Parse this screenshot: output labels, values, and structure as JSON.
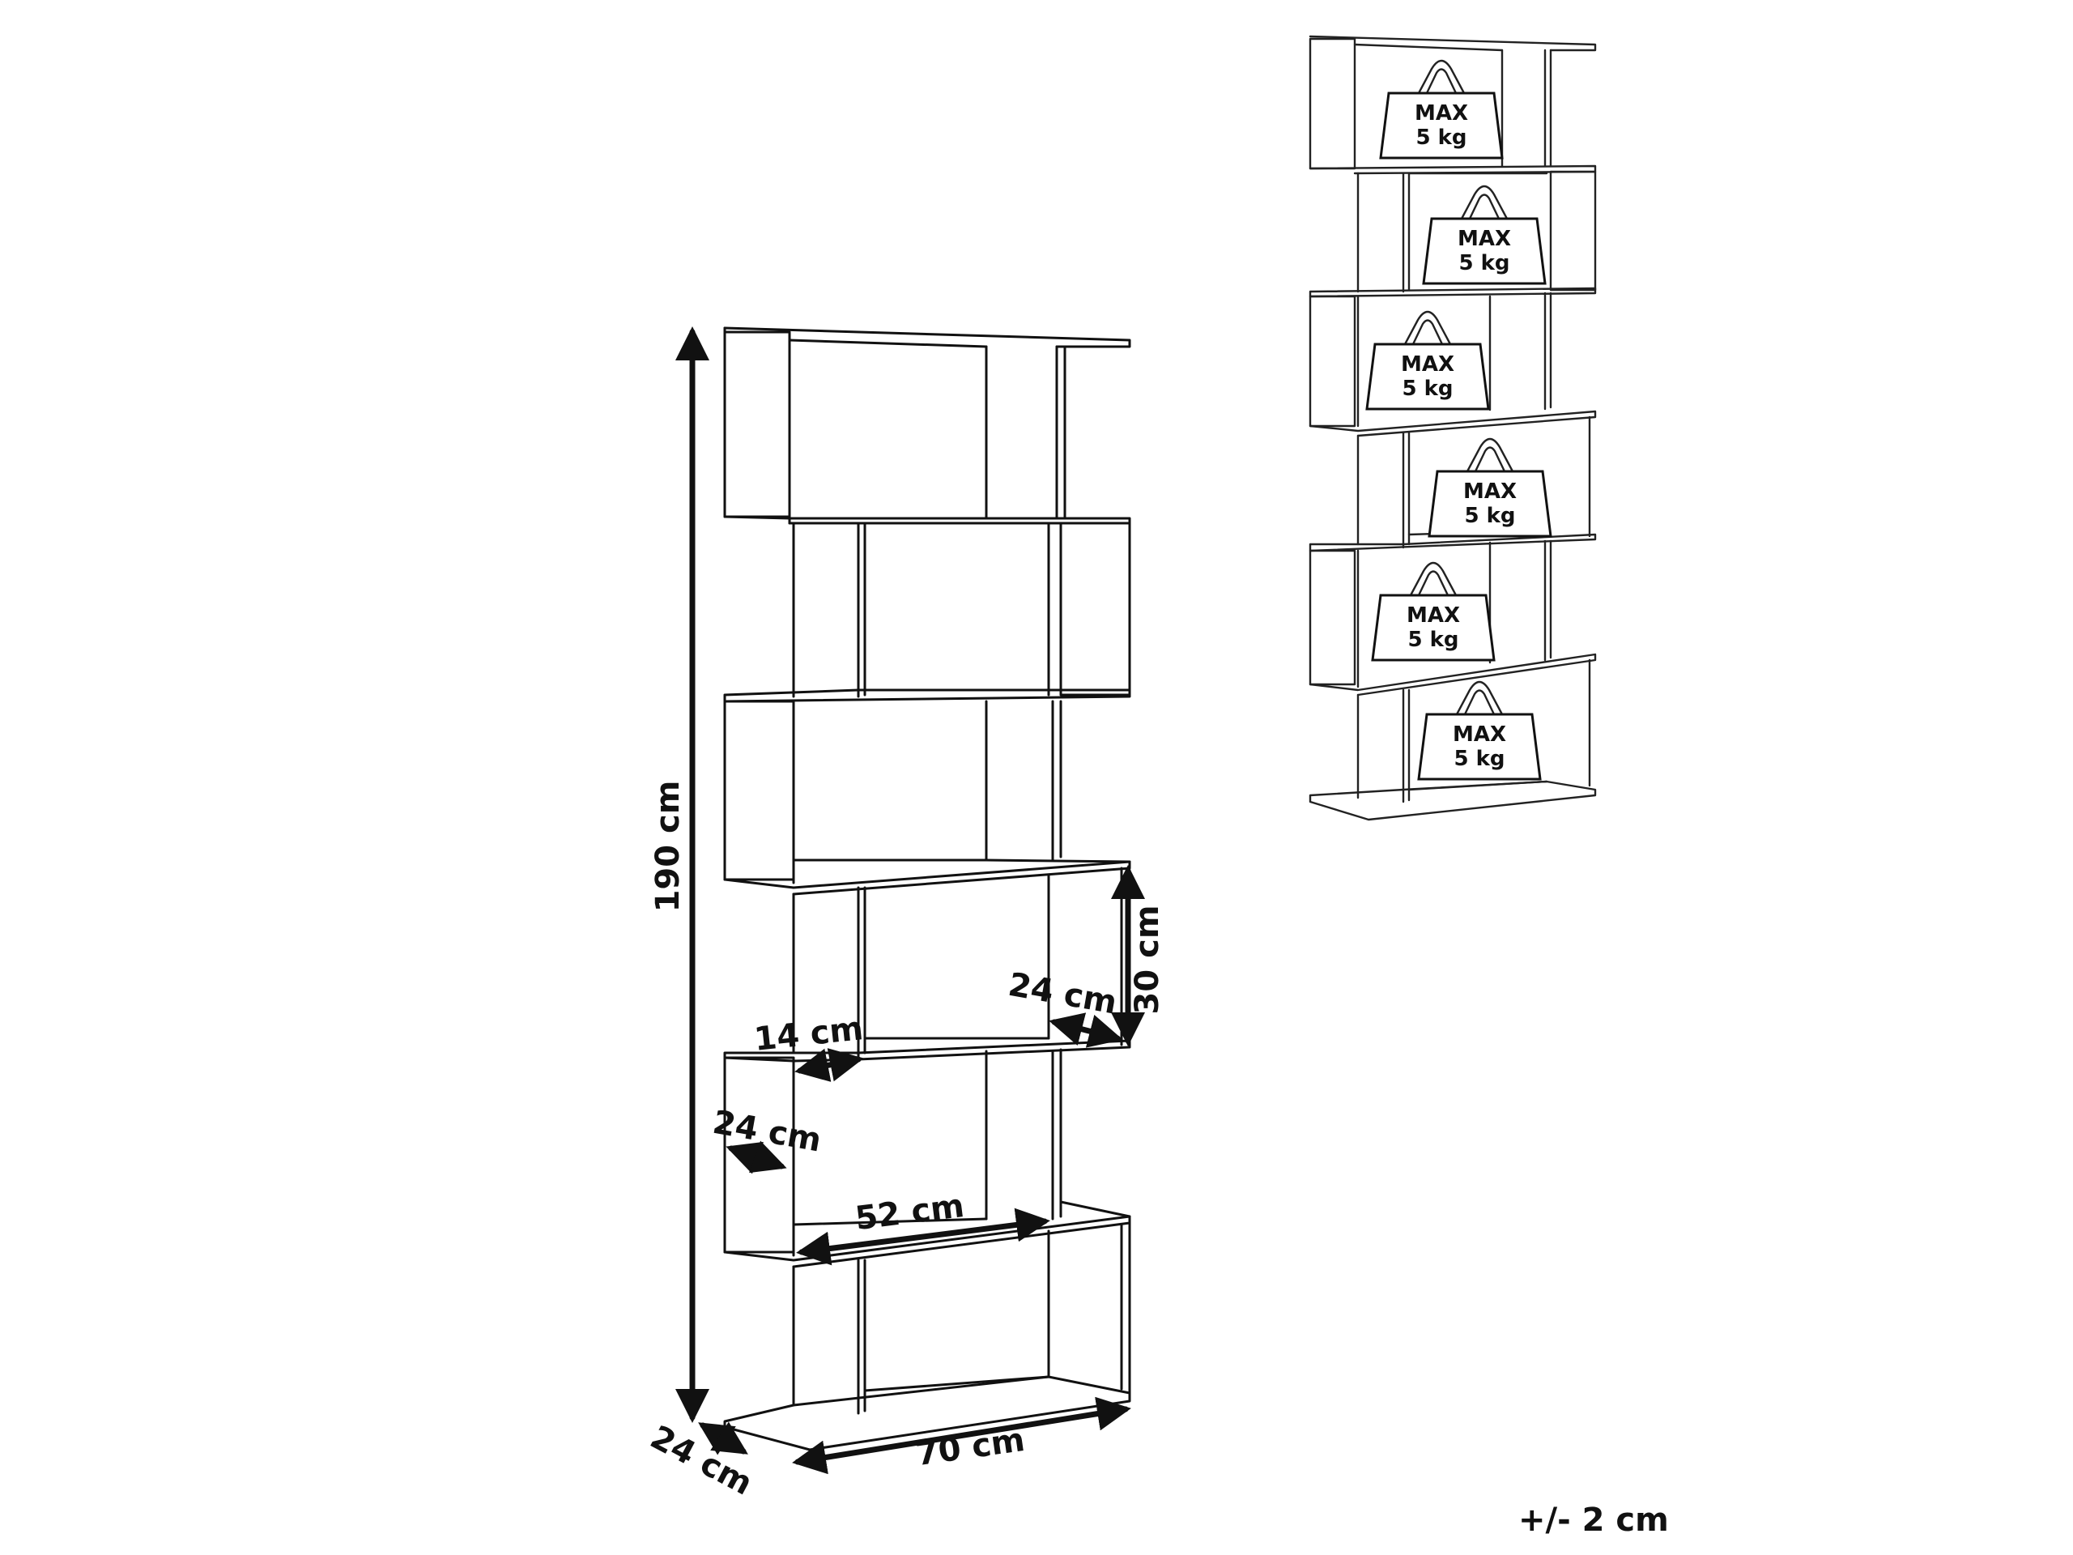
{
  "dimensions": {
    "height": "190 cm",
    "depth": "24 cm",
    "width": "70 cm",
    "shelf_span": "52 cm",
    "side_depth": "24 cm",
    "offset": "14 cm",
    "inner_depth": "24 cm",
    "compartment_height": "30 cm"
  },
  "load": {
    "max_label": "MAX",
    "max_weight": "5 kg"
  },
  "tolerance": "+/- 2 cm"
}
